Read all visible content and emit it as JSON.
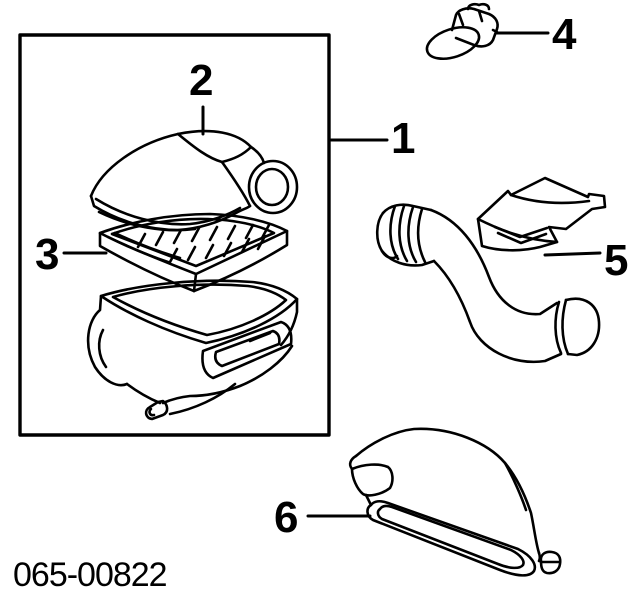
{
  "diagram": {
    "drawing_number": "065-00822",
    "colors": {
      "background": "#ffffff",
      "line": "#000000"
    },
    "callouts": [
      {
        "label": "1",
        "target": "air-cleaner-assembly"
      },
      {
        "label": "2",
        "target": "air-cleaner-cover"
      },
      {
        "label": "3",
        "target": "air-filter-element"
      },
      {
        "label": "4",
        "target": "intake-air-sensor"
      },
      {
        "label": "5",
        "target": "intake-hose-with-resonator"
      },
      {
        "label": "6",
        "target": "air-intake-duct"
      }
    ]
  }
}
